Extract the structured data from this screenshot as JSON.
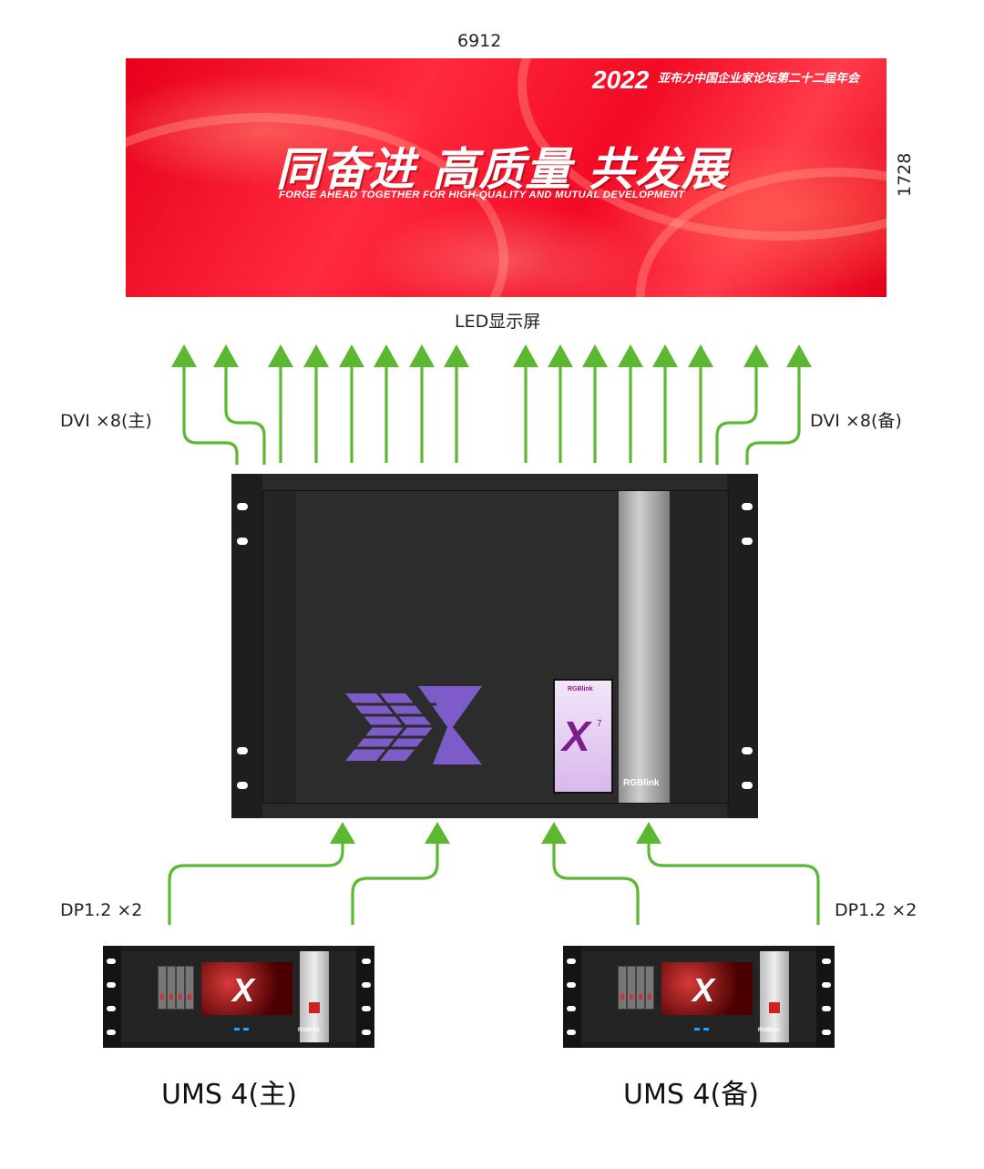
{
  "screen": {
    "width_label": "6912",
    "height_label": "1728",
    "caption": "LED显示屏",
    "banner_year": "2022",
    "banner_subtitle": "亚布力中国企业家论坛第二十二届年会",
    "banner_headline": "同奋进 高质量 共发展",
    "banner_english": "FORGE AHEAD TOGETHER FOR HIGH-QUALITY AND MUTUAL DEVELOPMENT"
  },
  "outputs": {
    "left_label": "DVI ×8(主)",
    "right_label": "DVI ×8(备)"
  },
  "inputs": {
    "left_label": "DP1.2 ×2",
    "right_label": "DP1.2 ×2"
  },
  "processor": {
    "brand": "RGBlink",
    "lcd_brand": "RGBlink",
    "lcd_model": "X",
    "lcd_suffix": "7"
  },
  "sources": [
    {
      "caption": "UMS 4(主)",
      "screen_text": "X",
      "brand": "RGBlink"
    },
    {
      "caption": "UMS 4(备)",
      "screen_text": "X",
      "brand": "RGBlink"
    }
  ],
  "colors": {
    "arrow": "#5cb831",
    "banner_red": "#ff1a30",
    "chassis": "#2a2a2a",
    "logo_purple": "#7d5bc9"
  }
}
